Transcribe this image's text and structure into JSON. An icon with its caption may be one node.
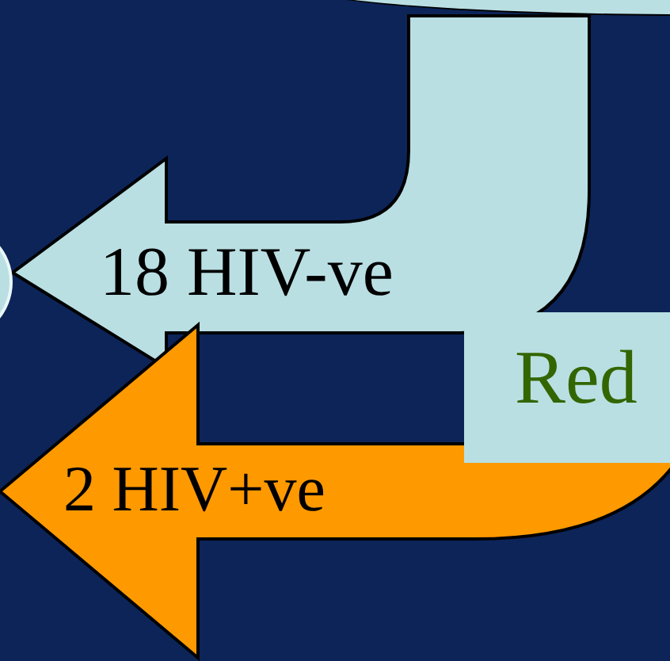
{
  "diagram": {
    "nodes": [
      {
        "text": [],
        "shape": "cloud"
      },
      {
        "text": [],
        "shape": "circle"
      },
      {
        "text": [
          "Red"
        ]
      }
    ],
    "edges": [
      {
        "from": 0,
        "to": 1,
        "arrow": "to",
        "label": "18 HIV-ve",
        "style": "thick",
        "color": "#b9dfe3"
      },
      {
        "from": 2,
        "to": null,
        "arrow": "to",
        "label": "2 HIV+ve",
        "style": "thick",
        "color": "#ff9900"
      }
    ]
  }
}
